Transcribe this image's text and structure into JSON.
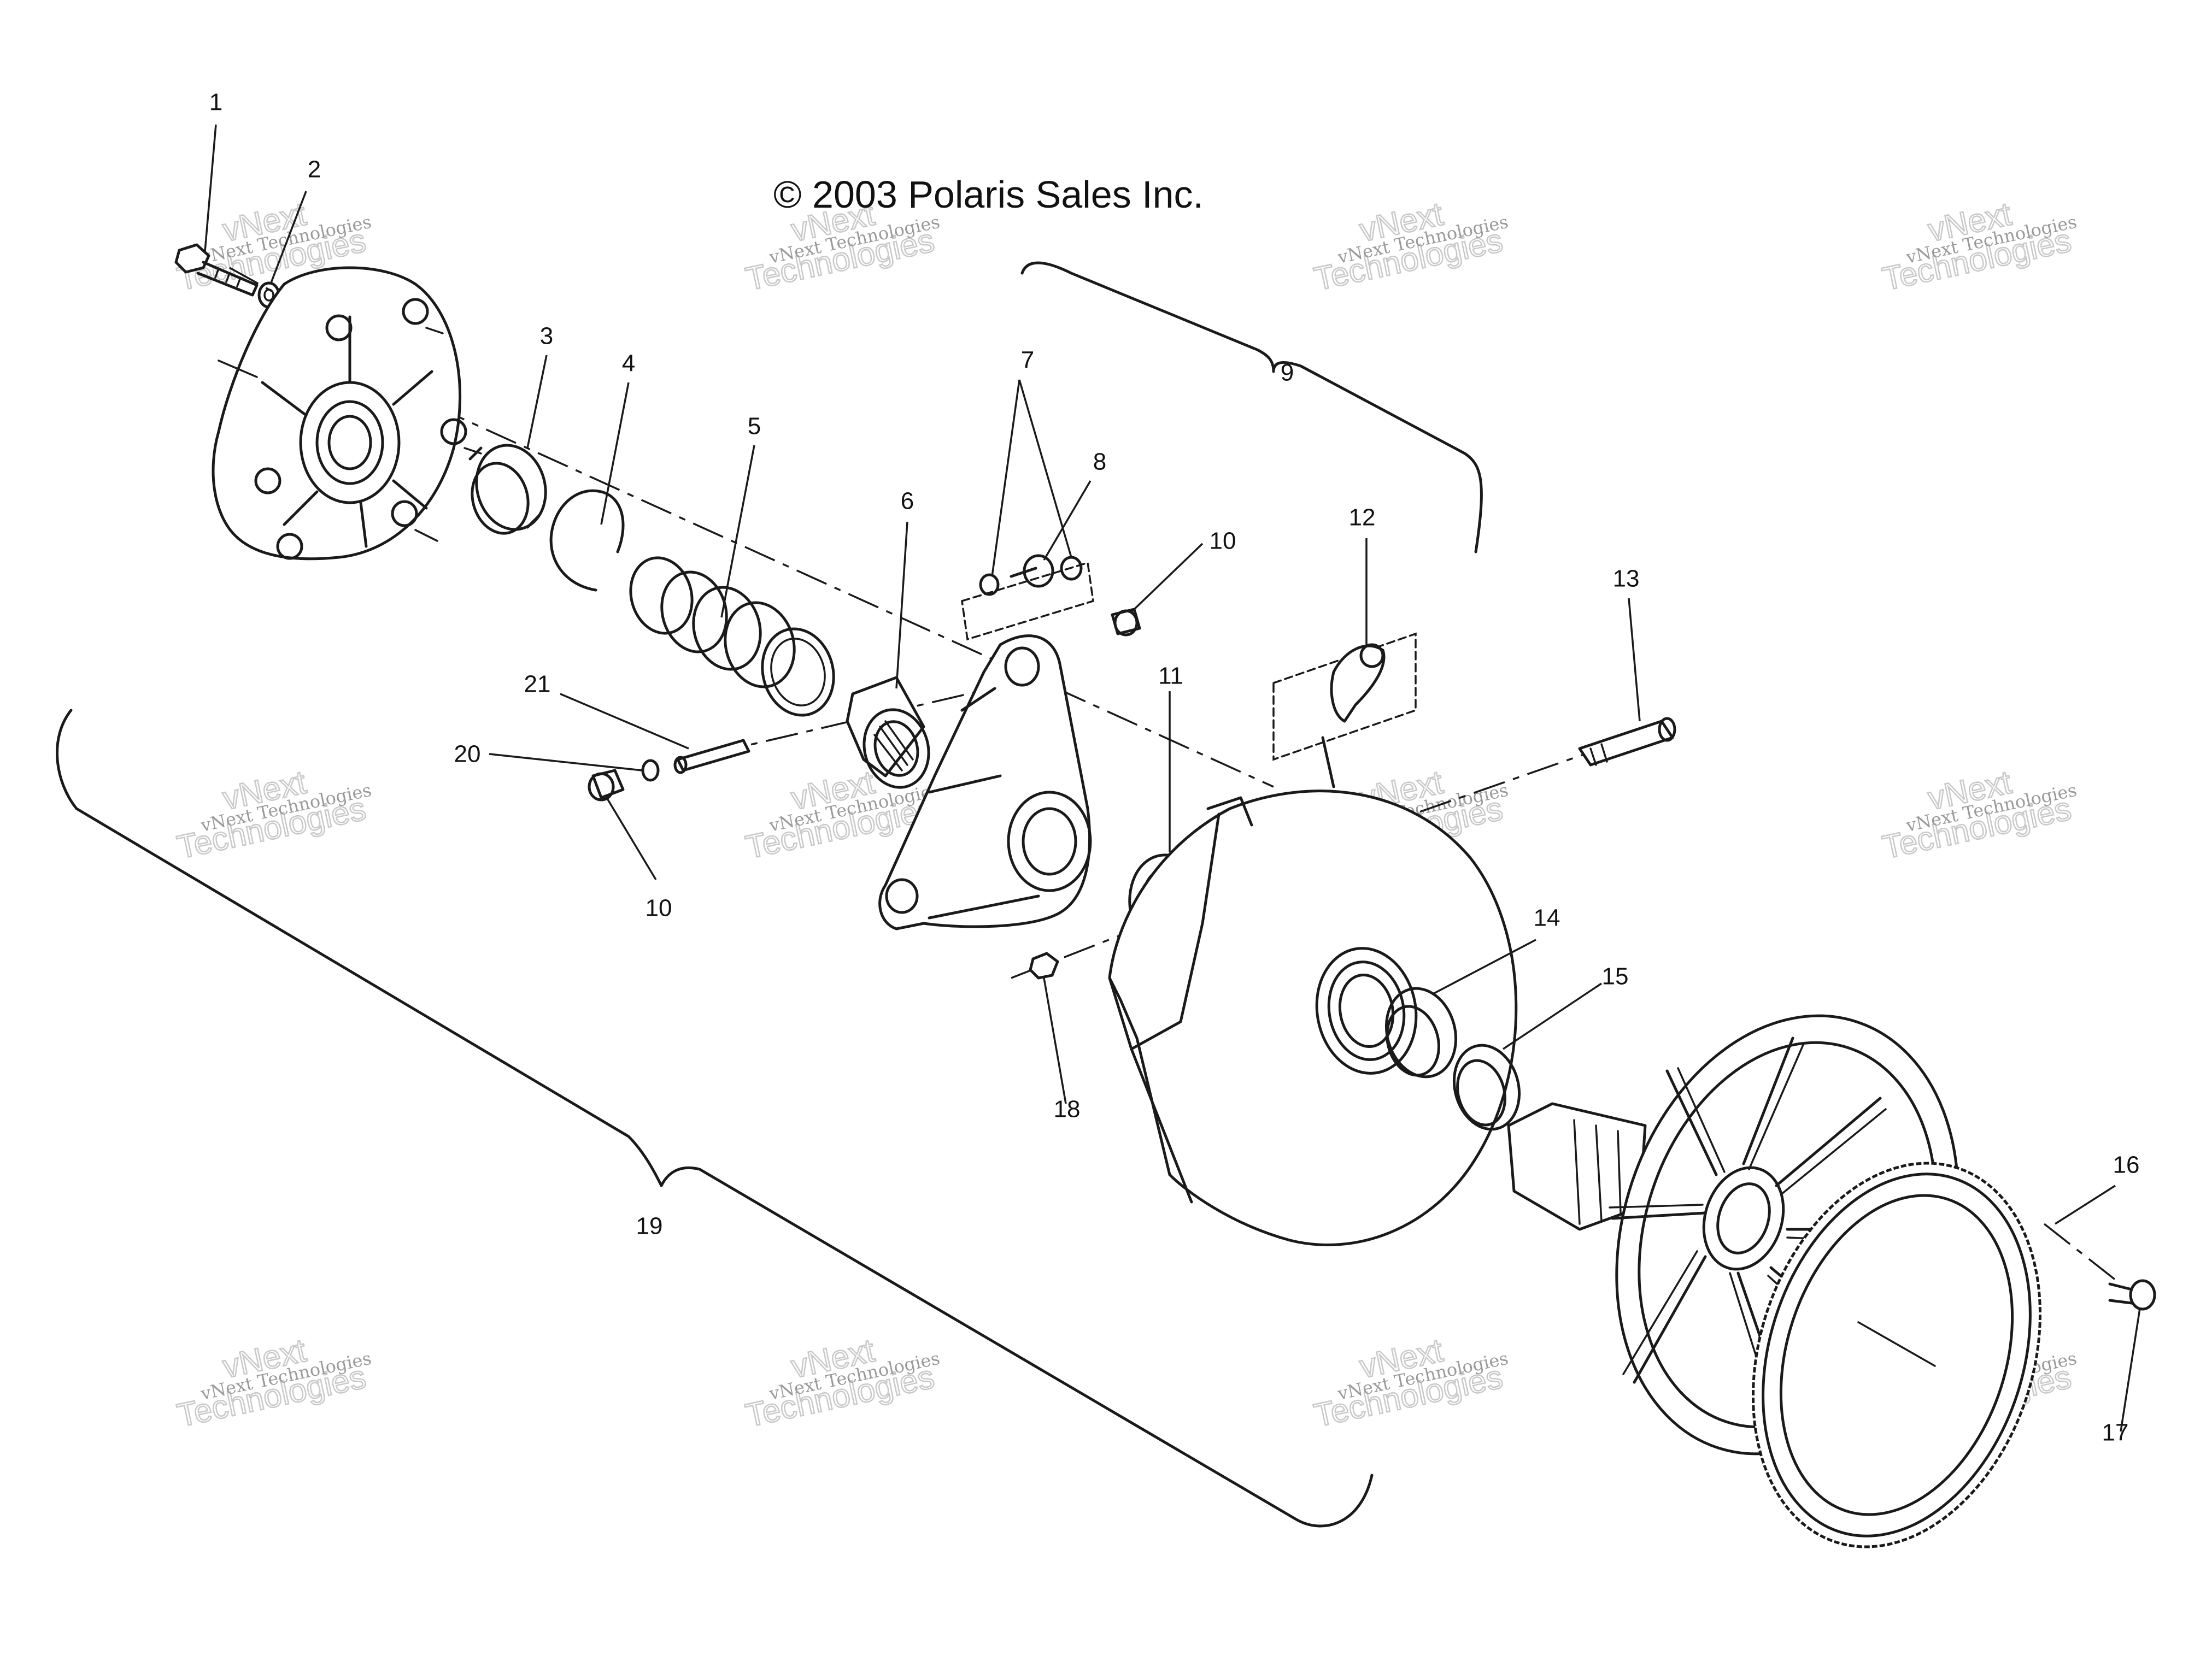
{
  "copyright": "© 2003 Polaris Sales Inc.",
  "watermark": {
    "line1": "vNext Technologies",
    "line2": "Technologies",
    "line3": "vNext"
  },
  "callouts": {
    "c1": "1",
    "c2": "2",
    "c3": "3",
    "c4": "4",
    "c5": "5",
    "c6": "6",
    "c7": "7",
    "c8": "8",
    "c9": "9",
    "c10a": "10",
    "c10b": "10",
    "c11": "11",
    "c12": "12",
    "c13": "13",
    "c14": "14",
    "c15": "15",
    "c16": "16",
    "c17": "17",
    "c18": "18",
    "c19": "19",
    "c20": "20",
    "c21": "21"
  },
  "colors": {
    "line": "#1a1a1a",
    "watermark": "#9a9a9a",
    "background": "#ffffff"
  }
}
